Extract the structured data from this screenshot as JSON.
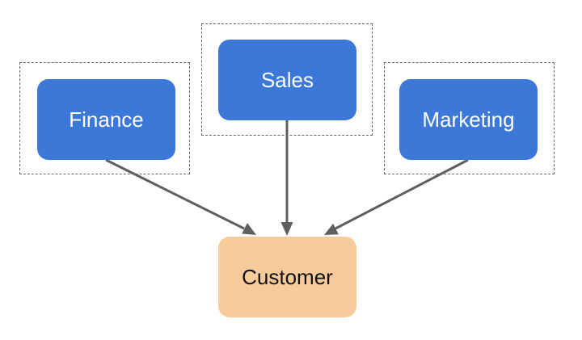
{
  "nodes": {
    "finance": {
      "label": "Finance"
    },
    "sales": {
      "label": "Sales"
    },
    "marketing": {
      "label": "Marketing"
    },
    "customer": {
      "label": "Customer"
    }
  },
  "colors": {
    "department_fill": "#3c78d8",
    "department_text": "#ffffff",
    "customer_fill": "#f8cb9c",
    "customer_text": "#111111",
    "edge": "#5f5f5f",
    "group_border": "#666666"
  },
  "edges": [
    {
      "from": "Finance",
      "to": "Customer"
    },
    {
      "from": "Sales",
      "to": "Customer"
    },
    {
      "from": "Marketing",
      "to": "Customer"
    }
  ]
}
